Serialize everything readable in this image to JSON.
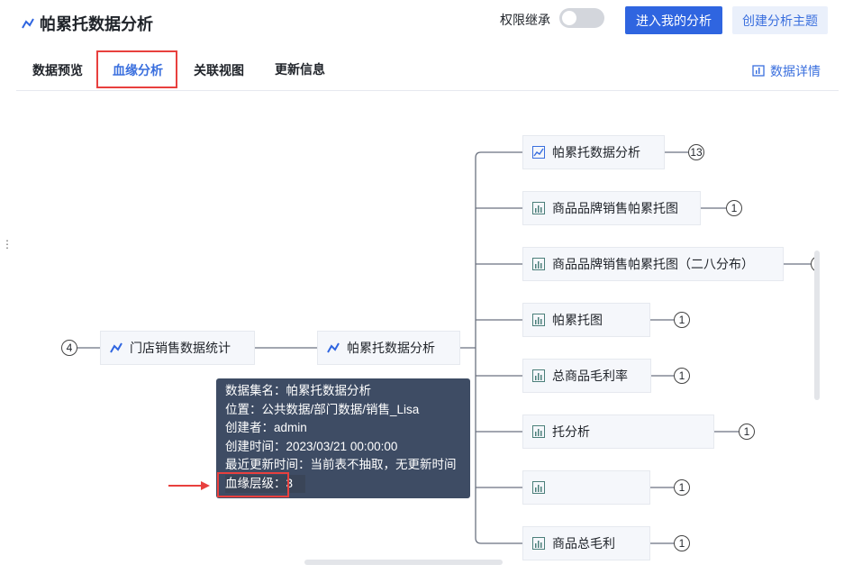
{
  "header": {
    "title": "帕累托数据分析",
    "permission_label": "权限继承",
    "permission_enabled": false,
    "enter_button": "进入我的分析",
    "create_button": "创建分析主题"
  },
  "tabs": [
    {
      "label": "数据预览"
    },
    {
      "label": "血缘分析",
      "active": true
    },
    {
      "label": "关联视图"
    },
    {
      "label": "更新信息"
    }
  ],
  "detail_link": "数据详情",
  "lineage": {
    "upstream": {
      "label": "门店销售数据统计",
      "count": "4"
    },
    "center": {
      "label": "帕累托数据分析"
    },
    "downstream": [
      {
        "label": "帕累托数据分析",
        "count": "13",
        "icon": "line-chart-icon"
      },
      {
        "label": "商品品牌销售帕累托图",
        "count": "1",
        "icon": "bar-chart-icon"
      },
      {
        "label": "商品品牌销售帕累托图（二八分布）",
        "count": "",
        "icon": "bar-chart-icon"
      },
      {
        "label": "帕累托图",
        "count": "1",
        "icon": "bar-chart-icon"
      },
      {
        "label": "总商品毛利率",
        "count": "1",
        "icon": "bar-chart-icon"
      },
      {
        "label": "托分析",
        "count": "1",
        "icon": "bar-chart-icon"
      },
      {
        "label": "",
        "count": "1",
        "icon": "bar-chart-icon"
      },
      {
        "label": "商品总毛利",
        "count": "1",
        "icon": "bar-chart-icon"
      }
    ]
  },
  "tooltip": {
    "name": "数据集名：帕累托数据分析",
    "location": "位置：公共数据/部门数据/销售_Lisa",
    "creator": "创建者：admin",
    "created": "创建时间：2023/03/21 00:00:00",
    "updated": "最近更新时间：当前表不抽取，无更新时间",
    "level": "血缘层级：3"
  },
  "colors": {
    "primary": "#2f65e0",
    "highlight": "#e8403e",
    "tooltip_bg": "#3e4c64"
  }
}
